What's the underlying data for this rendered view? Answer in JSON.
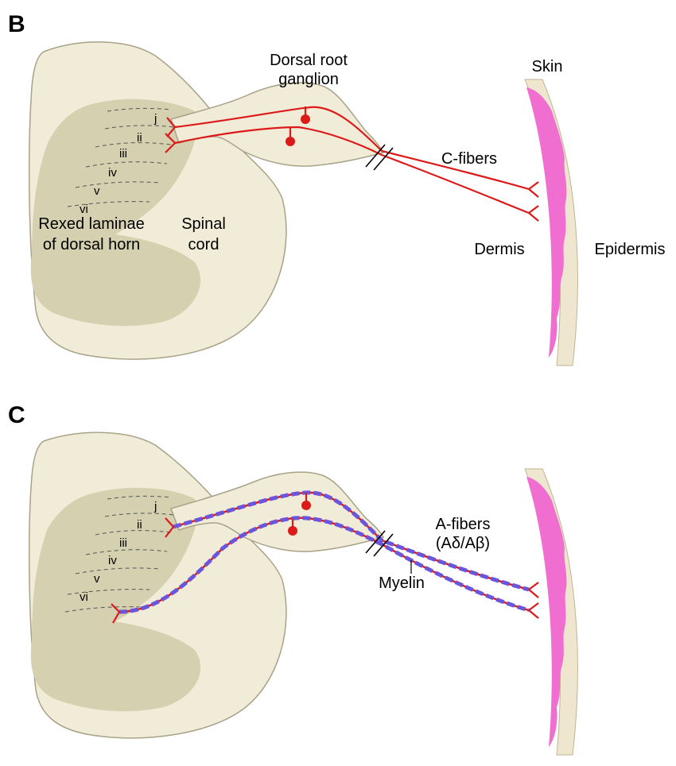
{
  "panel_b": {
    "letter": "B",
    "drg_label_1": "Dorsal root",
    "drg_label_2": "ganglion",
    "skin": "Skin",
    "fiber_label": "C-fibers",
    "dermis": "Dermis",
    "epidermis": "Epidermis",
    "rexed_1": "Rexed laminae",
    "rexed_2": "of dorsal horn",
    "spinal_1": "Spinal",
    "spinal_2": "cord",
    "laminae": [
      "j",
      "ii",
      "iii",
      "iv",
      "v",
      "vi"
    ]
  },
  "panel_c": {
    "letter": "C",
    "fiber_label_1": "A-fibers",
    "fiber_label_2": "(Aδ/Aβ)",
    "myelin": "Myelin",
    "laminae": [
      "j",
      "ii",
      "iii",
      "iv",
      "v",
      "vi"
    ]
  },
  "colors": {
    "cord_fill": "#f1ecd7",
    "gray_matter": "#d4d0b0",
    "nerve_red": "#dd1a1a",
    "myelin_blue": "#6a55dd",
    "epidermis_pink": "#f06ed0",
    "skin_tan": "#efe6cf"
  }
}
